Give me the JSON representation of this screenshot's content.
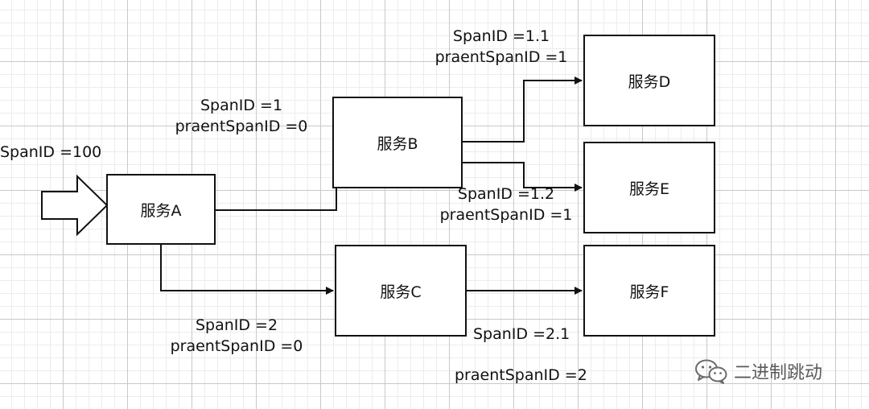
{
  "nodes": {
    "A": {
      "label": "服务A"
    },
    "B": {
      "label": "服务B"
    },
    "C": {
      "label": "服务C"
    },
    "D": {
      "label": "服务D"
    },
    "E": {
      "label": "服务E"
    },
    "F": {
      "label": "服务F"
    }
  },
  "labels": {
    "entry": "SpanID =100",
    "b_span": "SpanID =1",
    "b_parent": "praentSpanID =0",
    "c_span": "SpanID =2",
    "c_parent": "praentSpanID =0",
    "d_span": "SpanID =1.1",
    "d_parent": "praentSpanID =1",
    "e_span": "SpanID =1.2",
    "e_parent": "praentSpanID =1",
    "f_span": "SpanID =2.1",
    "f_parent": "praentSpanID =2"
  },
  "watermark": {
    "text": "二进制跳动",
    "icon": "wechat-icon"
  }
}
